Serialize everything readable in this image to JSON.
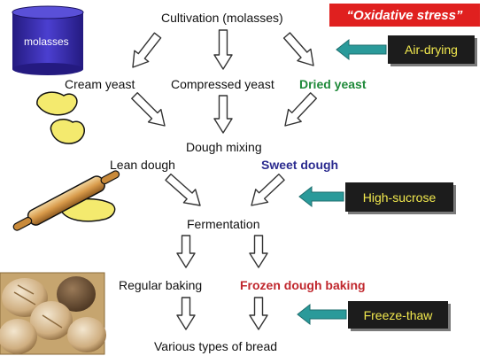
{
  "stress_header": "“Oxidative stress”",
  "molasses_can_label": "molasses",
  "labels": {
    "cultivation": "Cultivation (molasses)",
    "cream_yeast": "Cream yeast",
    "compressed_yeast": "Compressed yeast",
    "dried_yeast": "Dried yeast",
    "dough_mixing": "Dough mixing",
    "lean_dough": "Lean dough",
    "sweet_dough": "Sweet dough",
    "fermentation": "Fermentation",
    "regular_baking": "Regular baking",
    "frozen_dough_baking": "Frozen dough baking",
    "bread": "Various types of bread"
  },
  "conditions": {
    "air_drying": "Air-drying",
    "high_sucrose": "High-sucrose",
    "freeze_thaw": "Freeze-thaw"
  },
  "colors": {
    "stress_red": "#e0201f",
    "dried_green": "#1f8a3a",
    "sweet_navy": "#2b2b8f",
    "frozen_red": "#c0272d",
    "condition_box": "#1c1c1c",
    "condition_text": "#f2e94e",
    "teal_arrow": "#2a9a9a",
    "molasses_can": "#3a2fa8"
  }
}
